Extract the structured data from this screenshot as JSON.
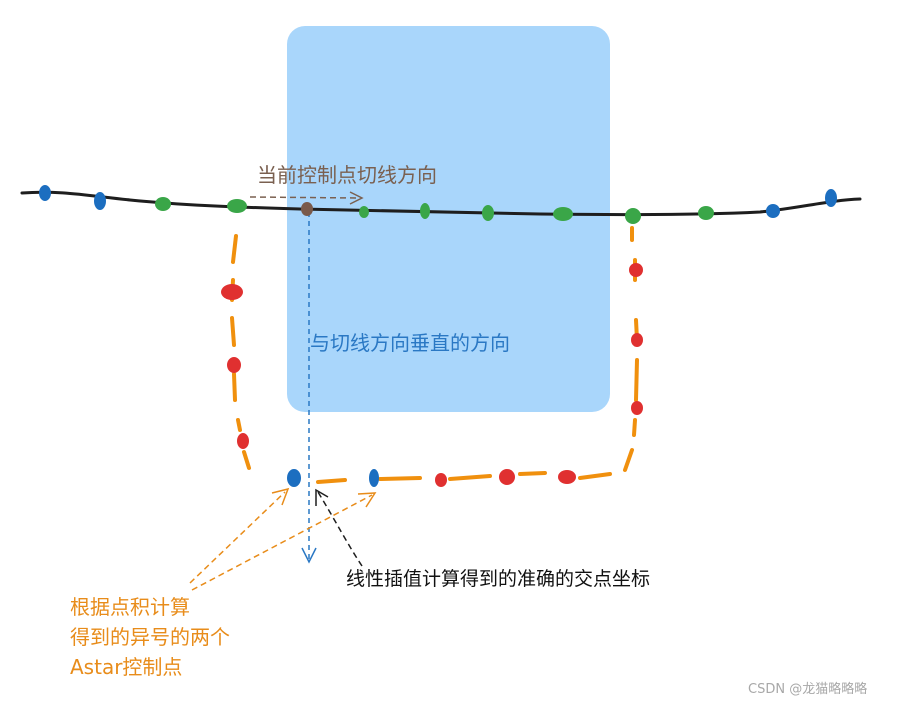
{
  "labels": {
    "tangent": "当前控制点切线方向",
    "normal": "与切线方向垂直的方向",
    "exact_point": "线性插值计算得到的准确的交点坐标",
    "astar_line1": "根据点积计算",
    "astar_line2": "得到的异号的两个",
    "astar_line3": "Astar控制点"
  },
  "watermark": "CSDN @龙猫略略略",
  "colors": {
    "box_fill": "#a9d6fb",
    "curve": "#1e1e1e",
    "path_orange": "#f0900e",
    "point_green": "#3aa648",
    "point_blue": "#1c6ec0",
    "point_red": "#e03030",
    "current_point": "#7a5a4a",
    "normal_arrow": "#2a78c4",
    "tangent_arrow": "#7a6050",
    "label_orange": "#e88c1a"
  }
}
